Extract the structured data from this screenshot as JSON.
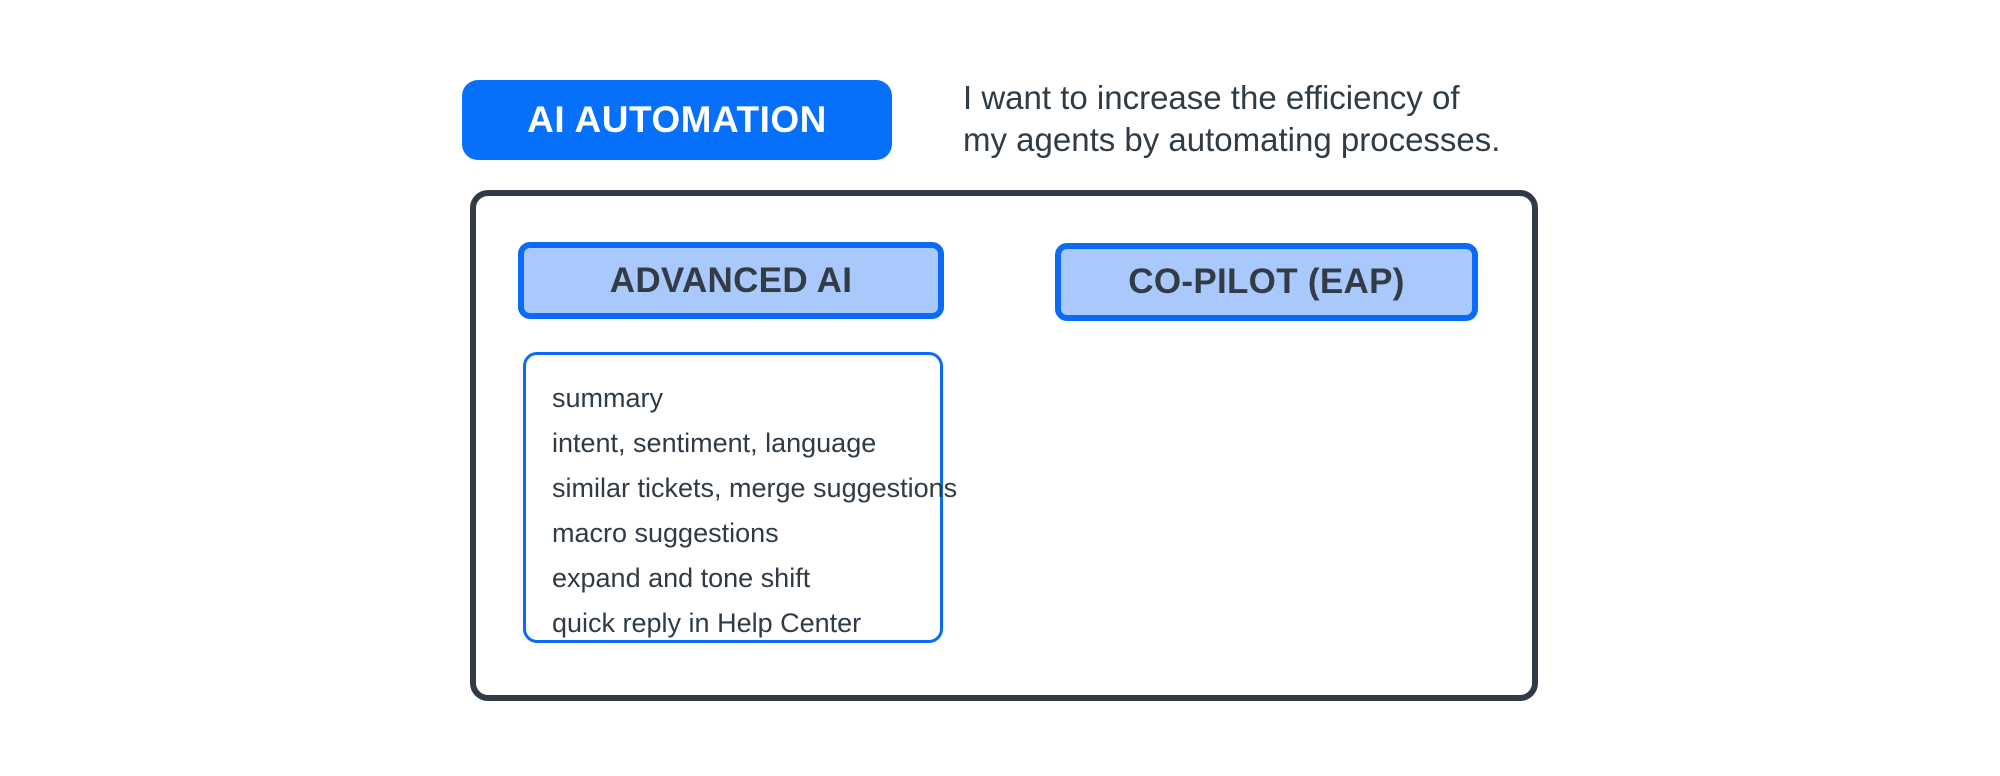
{
  "header": {
    "category_label": "AI AUTOMATION",
    "description_line1": "I want to increase the efficiency of",
    "description_line2": "my agents by automating processes."
  },
  "panel": {
    "buttons": [
      {
        "label": "ADVANCED AI"
      },
      {
        "label": "CO-PILOT (EAP)"
      }
    ],
    "features": [
      "summary",
      "intent, sentiment, language",
      "similar tickets, merge suggestions",
      "macro suggestions",
      "expand and tone shift",
      "quick reply in Help Center"
    ]
  },
  "colors": {
    "primary_blue": "#0670fb",
    "button_border_blue": "#0b6bf4",
    "light_blue_fill": "#a9c9fc",
    "dark_slate_text": "#2f3b45",
    "panel_border": "#313b47",
    "background": "#ffffff"
  }
}
